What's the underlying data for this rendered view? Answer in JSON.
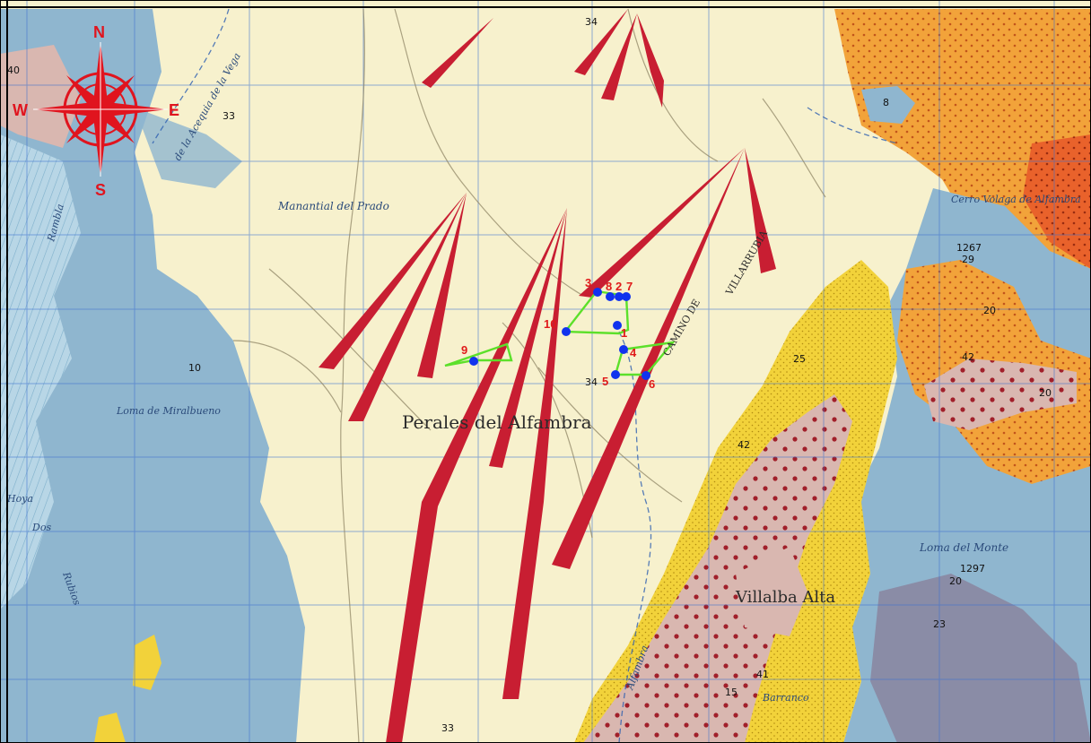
{
  "colors": {
    "alluvium": "#f7f1cd",
    "blue_unit": "#8fb6cf",
    "light_blue": "#b8d6e6",
    "yellow": "#f2d23a",
    "orange": "#f2a33a",
    "red_orange": "#e9622b",
    "pinkish": "#d9b7b0",
    "fan_red": "#c81e32",
    "polygon_green": "#5ce02a",
    "point_blue": "#1133ee",
    "label_red": "#e01a1a",
    "compass_red": "#e0141e"
  },
  "compass": {
    "north": "N",
    "south": "S",
    "east": "E",
    "west": "W"
  },
  "places": {
    "manantial": "Manantial del Prado",
    "acequia": "de la Acequia de la Vega",
    "rambla": "Rambla",
    "loma_miralbueno": "Loma de Miralbueno",
    "perales": "Perales del Alfambra",
    "cerro": "Cerro Volaga de Alfambra",
    "villarrubia": "VILLARRUBIA",
    "camino": "CAMINO DE",
    "loma_monte": "Loma del Monte",
    "villalba": "Villalba Alta",
    "barranco": "Barranco",
    "alfambra_river": "Alfambra",
    "hoya": "Hoya",
    "dos": "Dos",
    "rubios": "Rubios"
  },
  "spot_numbers": [
    "34",
    "33",
    "8",
    "25",
    "42",
    "1267",
    "29",
    "20",
    "42",
    "20",
    "41",
    "33",
    "1297",
    "20",
    "23",
    "10",
    "34",
    "40",
    "15"
  ],
  "sample_points": [
    {
      "label": "1"
    },
    {
      "label": "2"
    },
    {
      "label": "3"
    },
    {
      "label": "4"
    },
    {
      "label": "5"
    },
    {
      "label": "6"
    },
    {
      "label": "7"
    },
    {
      "label": "8"
    },
    {
      "label": "9"
    },
    {
      "label": "10"
    }
  ]
}
